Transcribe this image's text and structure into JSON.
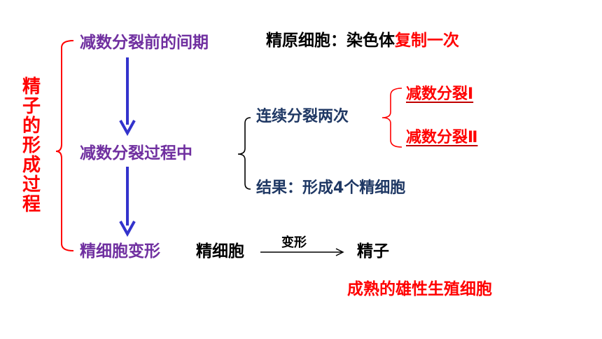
{
  "left_label": "精子的形成过程",
  "stages": {
    "interphase": "减数分裂前的间期",
    "meiosis": "减数分裂过程中",
    "transformation": "精细胞变形"
  },
  "interphase_note": {
    "prefix": "精原细胞：染色体",
    "highlight": "复制一次"
  },
  "meiosis_branches": {
    "division": "连续分裂两次",
    "result": "结果：形成4个精细胞"
  },
  "divisions": {
    "first": "减数分裂Ⅰ",
    "second": "减数分裂Ⅱ"
  },
  "transformation_flow": {
    "from": "精细胞",
    "arrow_label": "变形",
    "to": "精子"
  },
  "mature_note": "成熟的雄性生殖细胞",
  "colors": {
    "red": "#ff0000",
    "purple": "#7030a0",
    "navy": "#1f3864",
    "arrow_blue": "#3333cc"
  }
}
